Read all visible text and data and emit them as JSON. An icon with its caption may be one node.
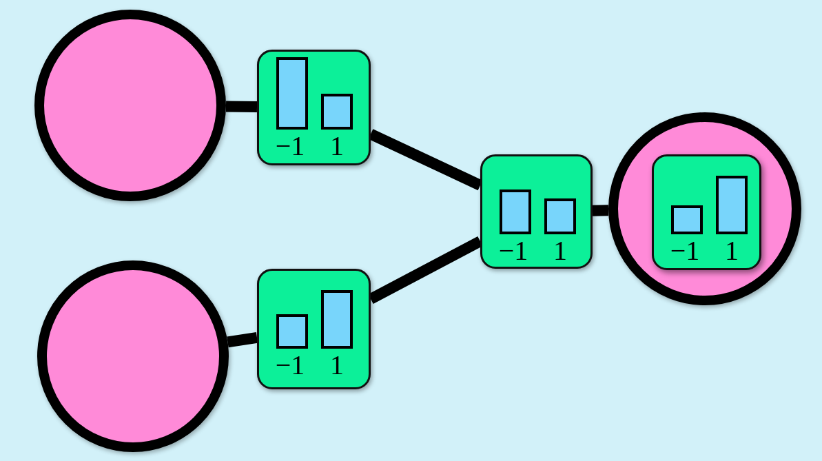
{
  "diagram": {
    "nodes": [
      {
        "text": [],
        "shape": "circle"
      },
      {
        "text": [],
        "shape": "circle"
      },
      {
        "text": [],
        "shape": "circle"
      },
      {
        "text": [
          "−1",
          "1"
        ]
      },
      {
        "text": [
          "−1",
          "1"
        ]
      },
      {
        "text": [
          "−1",
          "1"
        ]
      },
      {
        "text": [
          "−1",
          "1"
        ],
        "in": 2
      }
    ],
    "edges": [
      {
        "from": 0,
        "to": 3,
        "arrow": "none"
      },
      {
        "from": 3,
        "to": 5,
        "arrow": "none"
      },
      {
        "from": 1,
        "to": 4,
        "arrow": "none"
      },
      {
        "from": 4,
        "to": 5,
        "arrow": "none"
      },
      {
        "from": 5,
        "to": 2,
        "arrow": "none"
      }
    ]
  }
}
